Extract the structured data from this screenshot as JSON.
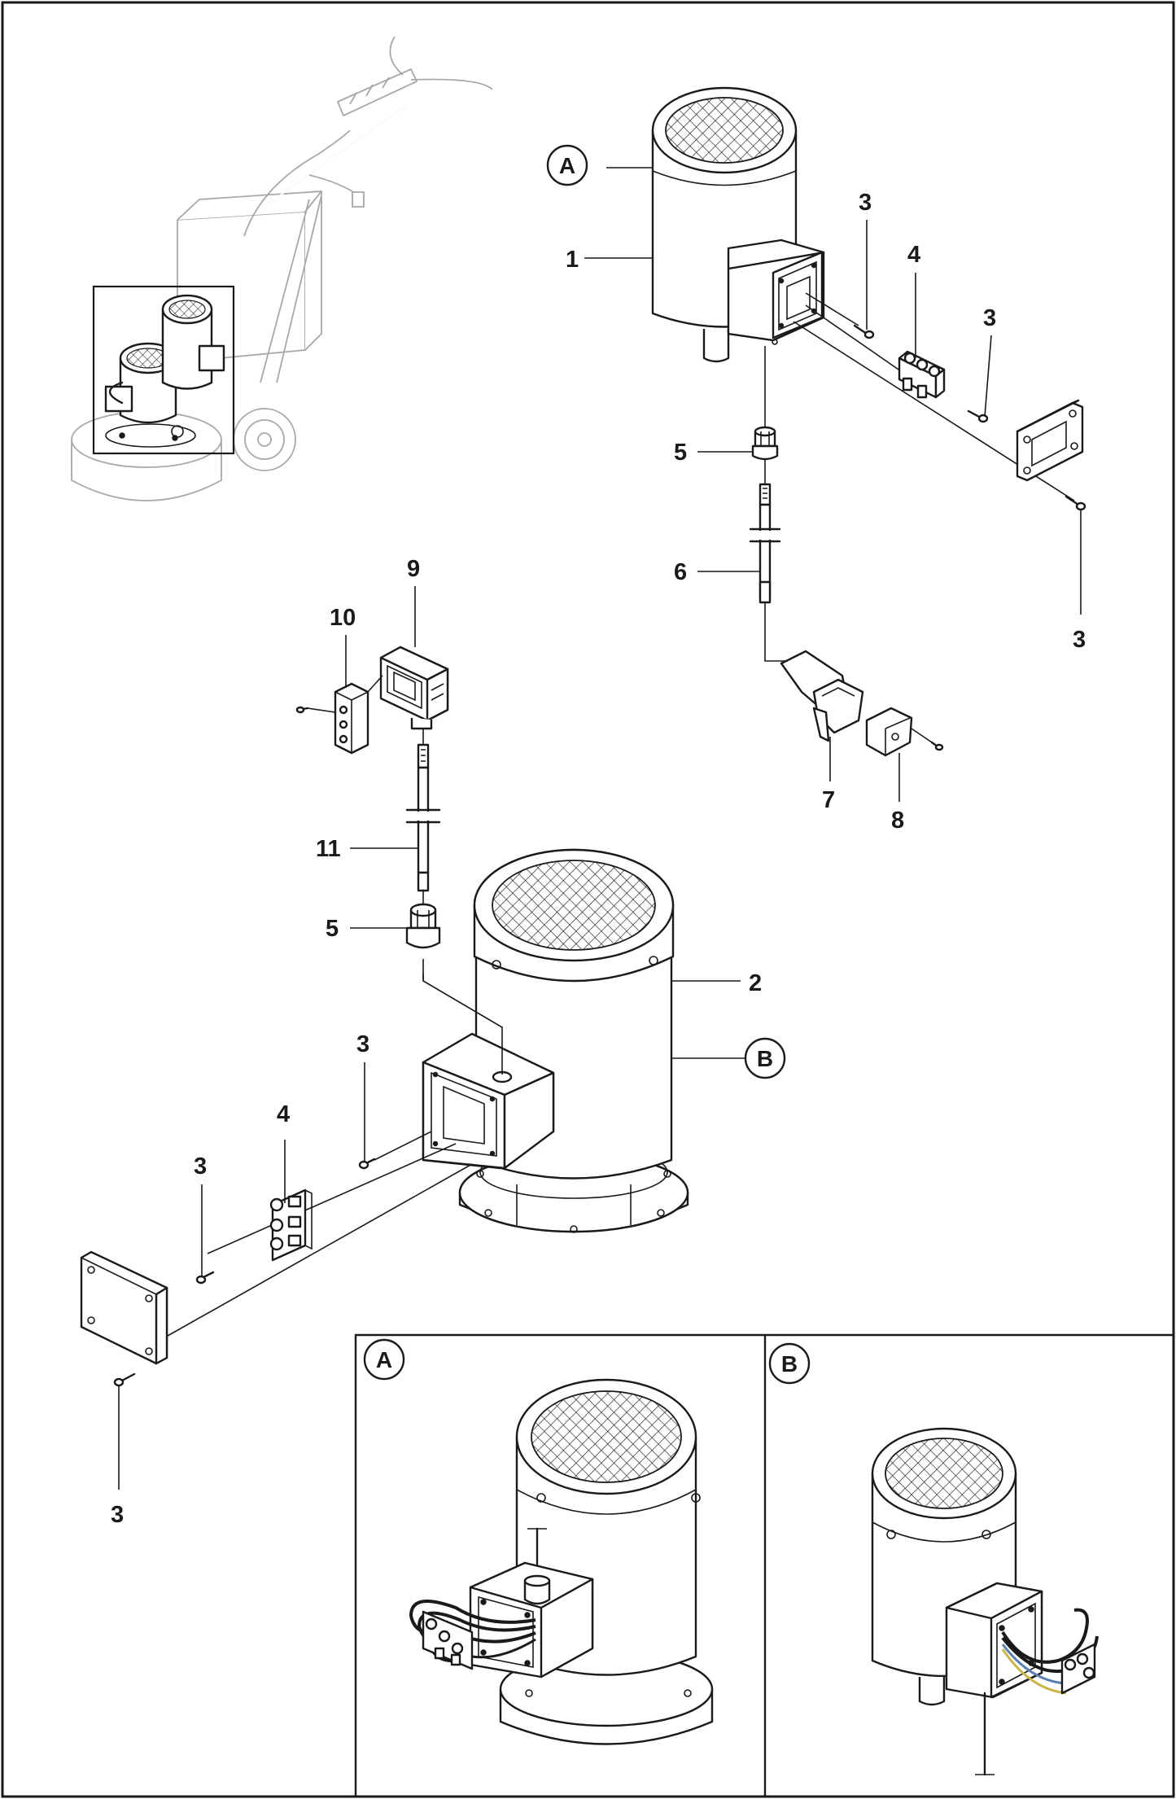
{
  "callouts": {
    "p1": "1",
    "p2": "2",
    "p3a": "3",
    "p3b": "3",
    "p3c": "3",
    "p3d": "3",
    "p3e": "3",
    "p3f": "3",
    "p4a": "4",
    "p4b": "4",
    "p5a": "5",
    "p5b": "5",
    "p6": "6",
    "p7": "7",
    "p8": "8",
    "p9": "9",
    "p10": "10",
    "p11": "11"
  },
  "badges": {
    "motor_a": "A",
    "motor_b": "B",
    "detail_a": "A",
    "detail_b": "B"
  },
  "colors": {
    "ink": "#1a1a1a",
    "ghost": "#a8a8a8",
    "wire_blue": "#5b7fb0",
    "wire_yellow": "#c9b64a",
    "background": "#ffffff"
  }
}
